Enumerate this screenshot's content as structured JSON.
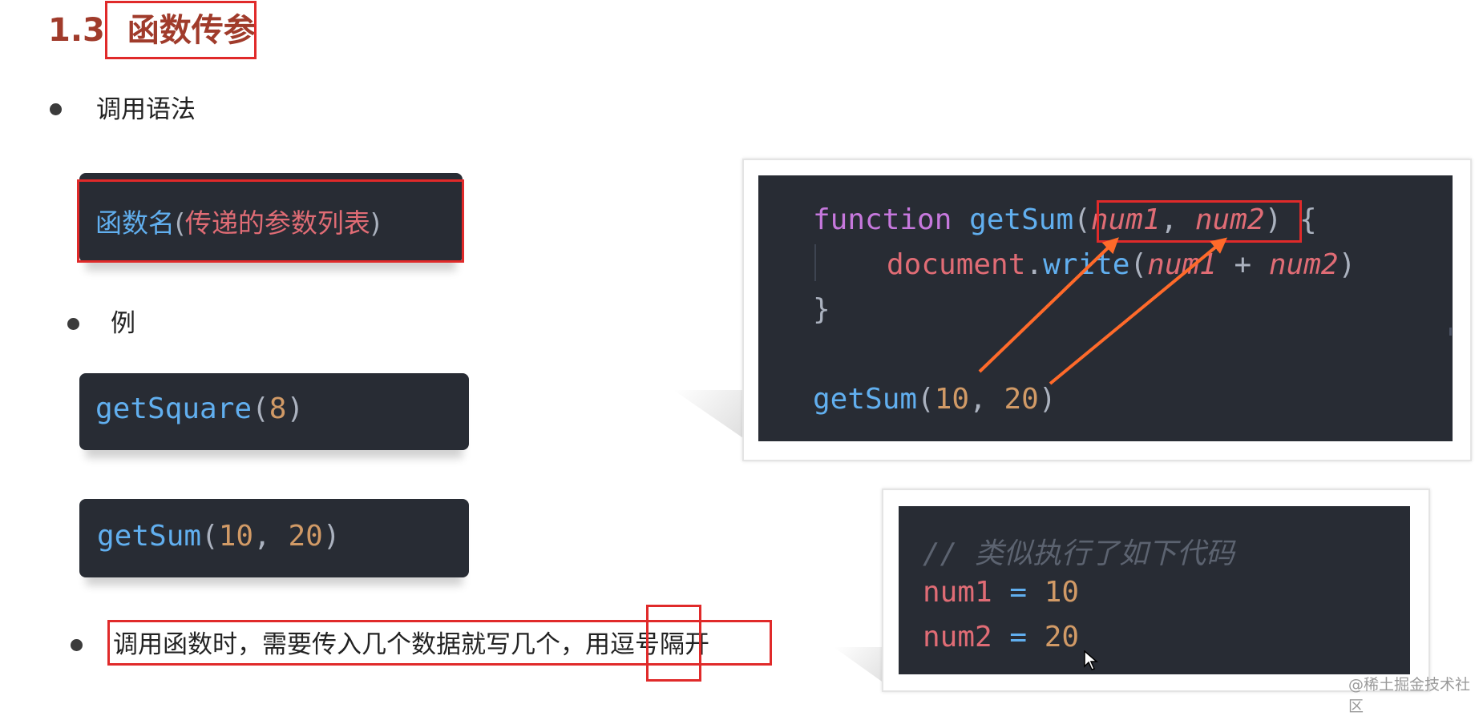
{
  "title": {
    "number": "1.3",
    "text": "函数传参"
  },
  "bullets": {
    "syntax_label": "调用语法",
    "example_label": "例",
    "note": "调用函数时，需要传入几个数据就写几个，用逗号隔开"
  },
  "syntax_box": {
    "func": "函数名",
    "open": "(",
    "args": "传递的参数列表",
    "close": ")"
  },
  "example1": {
    "func": "getSquare",
    "open": "(",
    "arg": "8",
    "close": ")"
  },
  "example2": {
    "func": "getSum",
    "open": "(",
    "arg1": "10",
    "comma": ", ",
    "arg2": "20",
    "close": ")"
  },
  "code_main": {
    "line1_kw": "function",
    "line1_name": "getSum",
    "line1_open": "(",
    "line1_p1": "num1",
    "line1_comma": ", ",
    "line1_p2": "num2",
    "line1_close": ")",
    "line1_brace": " {",
    "line2_obj": "document",
    "line2_dot": ".",
    "line2_method": "write",
    "line2_open": "(",
    "line2_a": "num1",
    "line2_plus": " + ",
    "line2_b": "num2",
    "line2_close": ")",
    "line3": "}",
    "line5_name": "getSum",
    "line5_open": "(",
    "line5_a1": "10",
    "line5_comma": ", ",
    "line5_a2": "20",
    "line5_close": ")"
  },
  "code_equiv": {
    "comment": "// 类似执行了如下代码",
    "l1_var": "num1",
    "l1_eq": " = ",
    "l1_val": "10",
    "l2_var": "num2",
    "l2_eq": " = ",
    "l2_val": "20"
  },
  "watermark": "@稀土掘金技术社区",
  "colors": {
    "accent_red": "#e02a2a",
    "title": "#a03b2b",
    "code_bg": "#282c34"
  }
}
